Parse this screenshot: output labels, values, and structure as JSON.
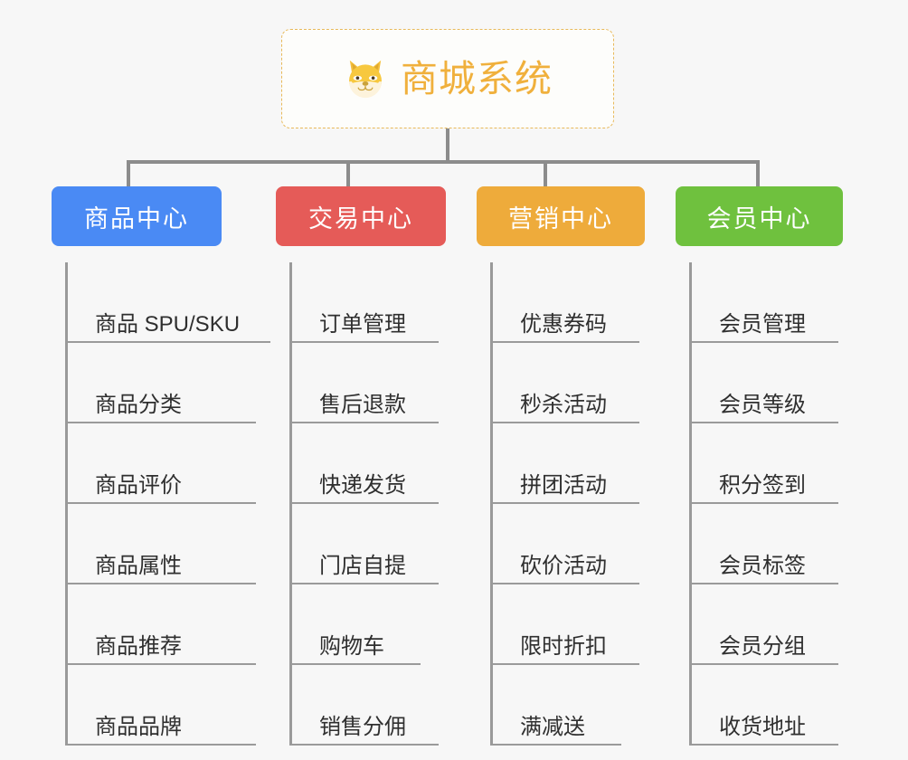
{
  "root": {
    "icon": "shiba-dog-emoji",
    "title": "商城系统",
    "accent": "#f0b03c",
    "border": "#e8b95a"
  },
  "connector_color": "#8c8c8c",
  "background": "#f7f7f7",
  "columns": [
    {
      "label": "商品中心",
      "color": "#4a8af4",
      "items": [
        "商品 SPU/SKU",
        "商品分类",
        "商品评价",
        "商品属性",
        "商品推荐",
        "商品品牌"
      ]
    },
    {
      "label": "交易中心",
      "color": "#e55b58",
      "items": [
        "订单管理",
        "售后退款",
        "快递发货",
        "门店自提",
        "购物车",
        "销售分佣"
      ]
    },
    {
      "label": "营销中心",
      "color": "#eeab3b",
      "items": [
        "优惠券码",
        "秒杀活动",
        "拼团活动",
        "砍价活动",
        "限时折扣",
        "满减送"
      ]
    },
    {
      "label": "会员中心",
      "color": "#6fc13e",
      "items": [
        "会员管理",
        "会员等级",
        "积分签到",
        "会员标签",
        "会员分组",
        "收货地址"
      ]
    }
  ]
}
